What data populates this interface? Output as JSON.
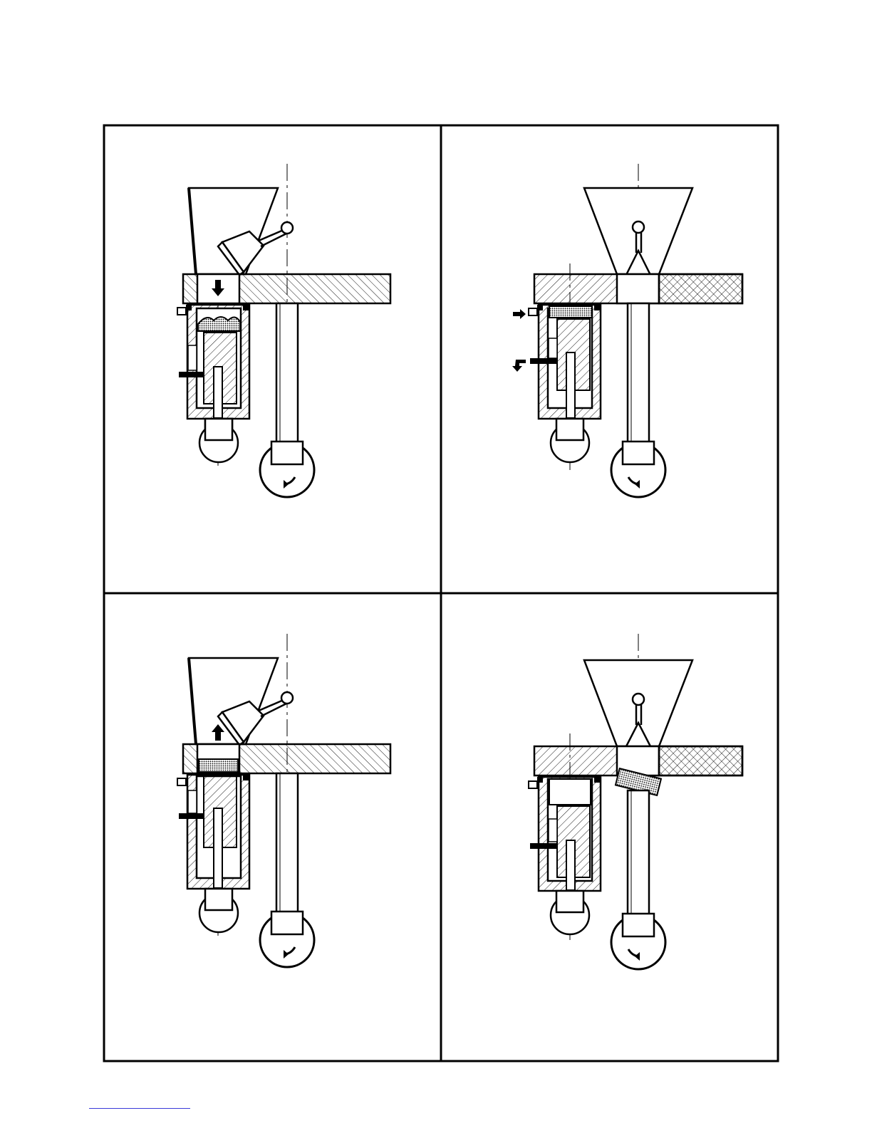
{
  "figure": {
    "panels": [
      {
        "id": "panel-1",
        "stage": "fill",
        "feed_shoe_position": "over-die",
        "bottom_punch": "lowered",
        "powder": "loose",
        "material_arrow": "down"
      },
      {
        "id": "panel-2",
        "stage": "press",
        "feed_shoe_position": "retracted",
        "bottom_punch": "raised",
        "powder": "compacted",
        "material_arrow": "none"
      },
      {
        "id": "panel-3",
        "stage": "eject",
        "feed_shoe_position": "over-die",
        "bottom_punch": "raised",
        "powder": "compacted",
        "material_arrow": "up"
      },
      {
        "id": "panel-4",
        "stage": "discharge",
        "feed_shoe_position": "retracted",
        "bottom_punch": "lowered",
        "powder": "tablet-ejected",
        "material_arrow": "none"
      }
    ]
  },
  "colors": {
    "line": "#000000",
    "background": "#ffffff",
    "footnote_rule": "#3a3ad8"
  }
}
